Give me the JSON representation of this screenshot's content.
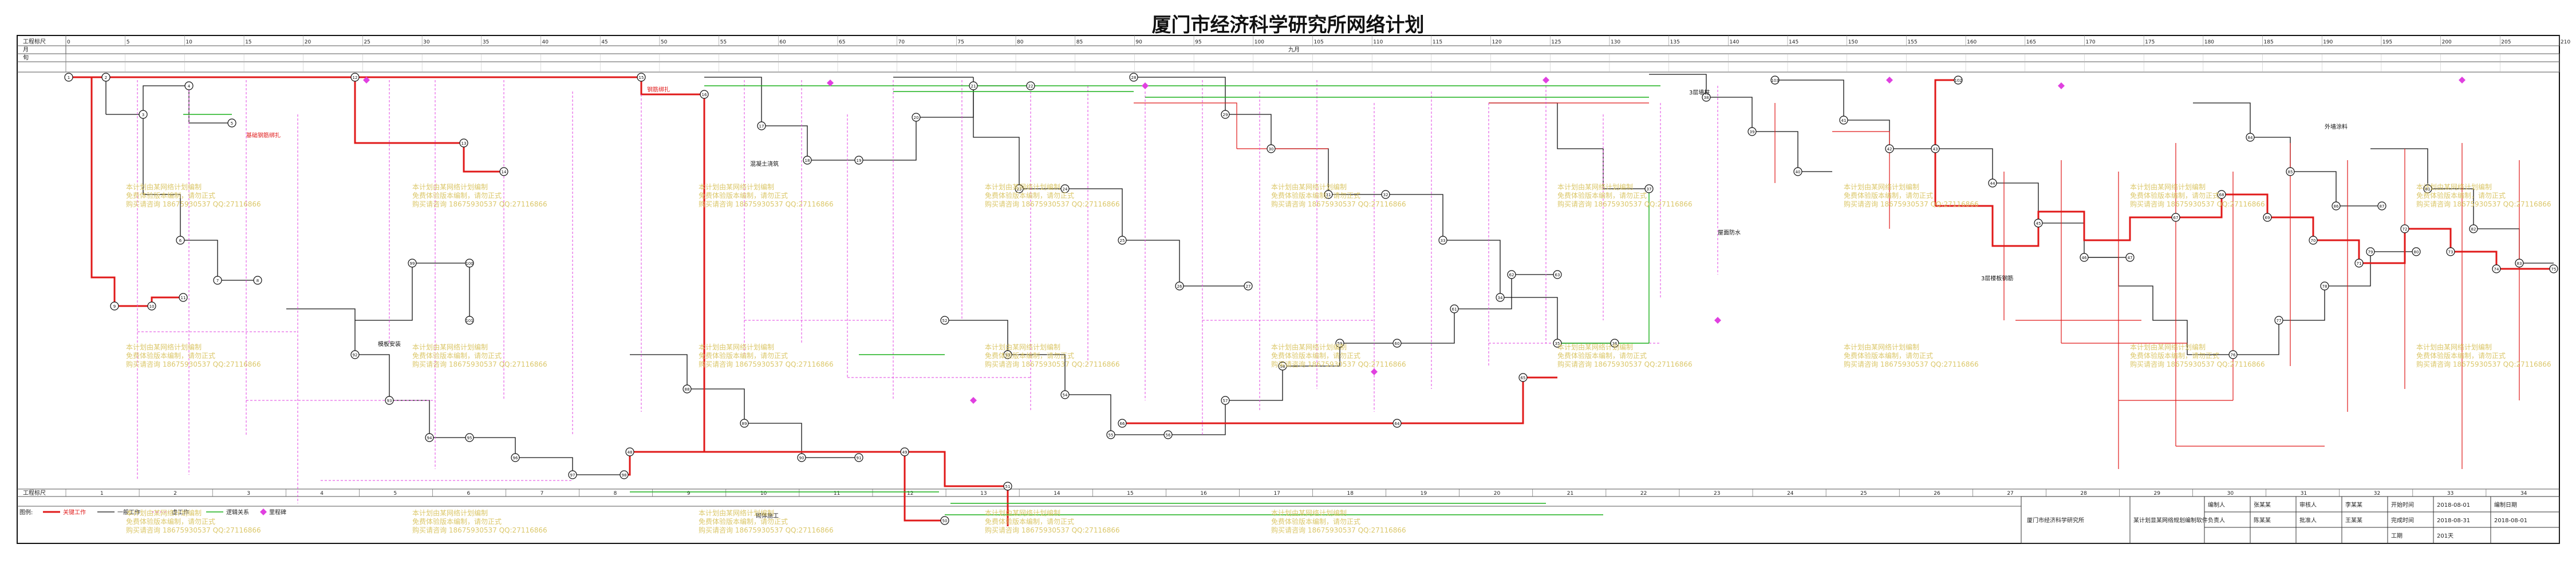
{
  "title": "厦门市经济科学研究所网络计划",
  "header_rows": {
    "row1_label": "工程标尺",
    "row2_label": "月",
    "row3_label": "旬",
    "month_label": "九月",
    "scale_ticks": [
      "0",
      "5",
      "10",
      "15",
      "20",
      "25",
      "30",
      "35",
      "40",
      "45",
      "50",
      "55",
      "60",
      "65",
      "70",
      "75",
      "80",
      "85",
      "90",
      "95",
      "100",
      "105",
      "110",
      "115",
      "120",
      "125",
      "130",
      "135",
      "140",
      "145",
      "150",
      "155",
      "160",
      "165",
      "170",
      "175",
      "180",
      "185",
      "190",
      "195",
      "200",
      "205",
      "210"
    ],
    "bottom_ticks": [
      "1",
      "2",
      "3",
      "4",
      "5",
      "6",
      "7",
      "8",
      "9",
      "10",
      "11",
      "12",
      "13",
      "14",
      "15",
      "16",
      "17",
      "18",
      "19",
      "20",
      "21",
      "22",
      "23",
      "24",
      "25",
      "26",
      "27",
      "28",
      "29",
      "30",
      "31",
      "32",
      "33",
      "34"
    ]
  },
  "diagram_labels": {
    "red_task": "基础钢筋绑扎",
    "pink_task": "钢筋绑扎",
    "task_a": "模板安装",
    "task_b": "混凝土浇筑",
    "task_c": "3层墙柱",
    "task_d": "屋面防水",
    "task_e": "砌体施工",
    "task_f": "外墙涂料",
    "task_g": "3层楼板钢筋"
  },
  "legend": {
    "label": "图例:",
    "items": [
      "关键工作",
      "一般工作",
      "虚工作",
      "逻辑关系",
      "里程碑"
    ]
  },
  "watermark_lines": [
    "本计划由某网络计划编制",
    "免费体验版本编制，请勿正式",
    "购买请咨询 18675930537 QQ:27116866"
  ],
  "title_block": {
    "company": "厦门市经济科学研究所",
    "project": "某计划显某网络规划编制软件",
    "labels": [
      "编制人",
      "负责人",
      "审核人",
      "批准人",
      "开始时间",
      "完成时间",
      "工期",
      "编制日期"
    ],
    "values": [
      "张某某",
      "陈某某",
      "李某某",
      "王某某",
      "2018-08-01",
      "2018-08-31",
      "201天",
      "2018-08-01"
    ]
  },
  "colors": {
    "critical": "#e01818",
    "normal": "#111111",
    "dummy": "#e040e0",
    "logic": "#1ab01a",
    "watermark": "#d8c25a"
  }
}
